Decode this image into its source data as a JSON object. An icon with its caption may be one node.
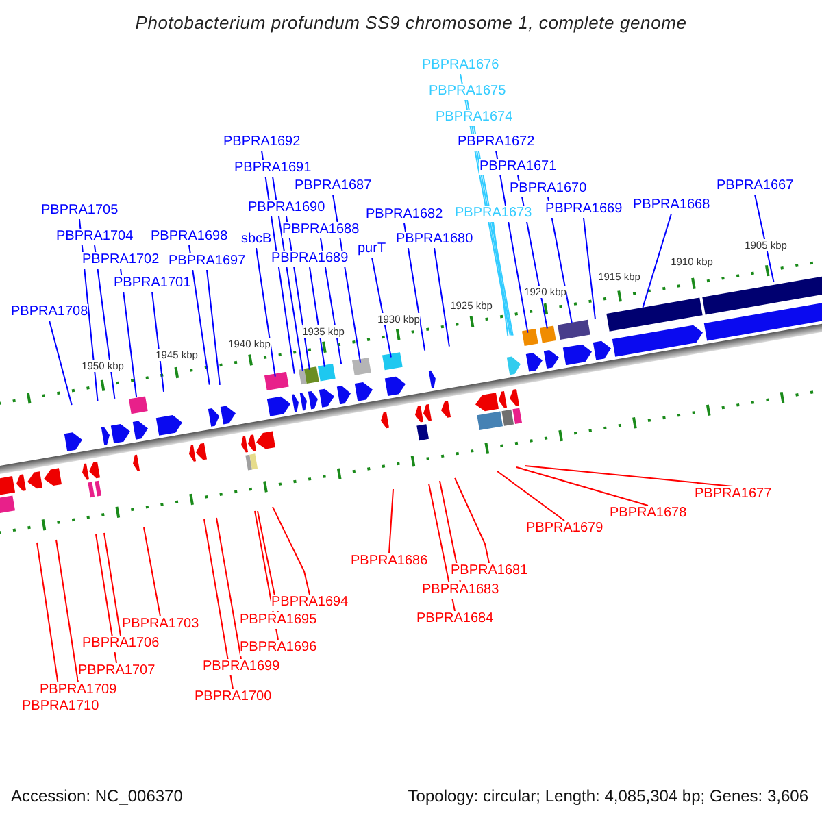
{
  "diagram": {
    "title": "Photobacterium profundum SS9 chromosome 1, complete genome",
    "nodes": [
      {
        "text": [
          "PBPRA1676"
        ]
      },
      {
        "text": [
          "PBPRA1675"
        ]
      },
      {
        "text": [
          "PBPRA1674"
        ]
      },
      {
        "text": [
          "PBPRA1692"
        ]
      },
      {
        "text": [
          "PBPRA1672"
        ]
      },
      {
        "text": [
          "PBPRA1691"
        ]
      },
      {
        "text": [
          "PBPRA1671"
        ]
      },
      {
        "text": [
          "PBPRA1687"
        ]
      },
      {
        "text": [
          "PBPRA1667"
        ]
      },
      {
        "text": [
          "PBPRA1670"
        ]
      },
      {
        "text": [
          "PBPRA1668"
        ]
      },
      {
        "text": [
          "PBPRA1690"
        ]
      },
      {
        "text": [
          "PBPRA1669"
        ]
      },
      {
        "text": [
          "PBPRA1705"
        ]
      },
      {
        "text": [
          "PBPRA1673"
        ]
      },
      {
        "text": [
          "PBPRA1682"
        ]
      },
      {
        "text": [
          "PBPRA1688"
        ]
      },
      {
        "text": [
          "PBPRA1704"
        ]
      },
      {
        "text": [
          "PBPRA1698"
        ]
      },
      {
        "text": [
          "PBPRA1680"
        ]
      },
      {
        "text": [
          "sbcB"
        ]
      },
      {
        "text": [
          "purT"
        ]
      },
      {
        "text": [
          "PBPRA1689"
        ]
      },
      {
        "text": [
          "PBPRA1702"
        ]
      },
      {
        "text": [
          "PBPRA1697"
        ]
      },
      {
        "text": [
          "PBPRA1701"
        ]
      },
      {
        "text": [
          "PBPRA1708"
        ]
      },
      {
        "text": [
          "PBPRA1677"
        ]
      },
      {
        "text": [
          "PBPRA1678"
        ]
      },
      {
        "text": [
          "PBPRA1679"
        ]
      },
      {
        "text": [
          "PBPRA1686"
        ]
      },
      {
        "text": [
          "PBPRA1681"
        ]
      },
      {
        "text": [
          "PBPRA1683"
        ]
      },
      {
        "text": [
          "PBPRA1694"
        ]
      },
      {
        "text": [
          "PBPRA1684"
        ]
      },
      {
        "text": [
          "PBPRA1695"
        ]
      },
      {
        "text": [
          "PBPRA1703"
        ]
      },
      {
        "text": [
          "PBPRA1706"
        ]
      },
      {
        "text": [
          "PBPRA1696"
        ]
      },
      {
        "text": [
          "PBPRA1699"
        ]
      },
      {
        "text": [
          "PBPRA1707"
        ]
      },
      {
        "text": [
          "PBPRA1709"
        ]
      },
      {
        "text": [
          "PBPRA1700"
        ]
      },
      {
        "text": [
          "PBPRA1710"
        ]
      }
    ],
    "edges": [
      {
        "from": 0,
        "to": null,
        "arrow": "none",
        "color": "#33ccff"
      },
      {
        "from": 1,
        "to": null,
        "arrow": "none",
        "color": "#33ccff"
      },
      {
        "from": 2,
        "to": null,
        "arrow": "none",
        "color": "#33ccff"
      },
      {
        "from": 3,
        "to": null,
        "arrow": "none"
      },
      {
        "from": 4,
        "to": null,
        "arrow": "none"
      },
      {
        "from": 5,
        "to": null,
        "arrow": "none"
      },
      {
        "from": 6,
        "to": null,
        "arrow": "none"
      },
      {
        "from": 7,
        "to": null,
        "arrow": "none"
      },
      {
        "from": 8,
        "to": null,
        "arrow": "none"
      },
      {
        "from": 9,
        "to": null,
        "arrow": "none"
      },
      {
        "from": 10,
        "to": null,
        "arrow": "none"
      },
      {
        "from": 11,
        "to": null,
        "arrow": "none"
      },
      {
        "from": 12,
        "to": null,
        "arrow": "none"
      },
      {
        "from": 13,
        "to": null,
        "arrow": "none"
      },
      {
        "from": 14,
        "to": null,
        "arrow": "none",
        "color": "#33ccff"
      },
      {
        "from": 15,
        "to": null,
        "arrow": "none"
      },
      {
        "from": 16,
        "to": null,
        "arrow": "none"
      },
      {
        "from": 17,
        "to": null,
        "arrow": "none"
      },
      {
        "from": 18,
        "to": null,
        "arrow": "none"
      },
      {
        "from": 19,
        "to": null,
        "arrow": "none"
      },
      {
        "from": 20,
        "to": null,
        "arrow": "none"
      },
      {
        "from": 21,
        "to": null,
        "arrow": "none"
      },
      {
        "from": 22,
        "to": null,
        "arrow": "none"
      },
      {
        "from": 23,
        "to": null,
        "arrow": "none"
      },
      {
        "from": 24,
        "to": null,
        "arrow": "none"
      },
      {
        "from": 25,
        "to": null,
        "arrow": "none"
      },
      {
        "from": 26,
        "to": null,
        "arrow": "none"
      },
      {
        "from": 27,
        "to": null,
        "arrow": "none",
        "color": "#ff0000"
      },
      {
        "from": 28,
        "to": null,
        "arrow": "none",
        "color": "#ff0000"
      },
      {
        "from": 29,
        "to": null,
        "arrow": "none",
        "color": "#ff0000"
      },
      {
        "from": 30,
        "to": null,
        "arrow": "none",
        "color": "#ff0000"
      },
      {
        "from": 31,
        "to": null,
        "arrow": "none",
        "color": "#ff0000"
      },
      {
        "from": 32,
        "to": null,
        "arrow": "none",
        "color": "#ff0000"
      },
      {
        "from": 33,
        "to": null,
        "arrow": "none",
        "color": "#ff0000"
      },
      {
        "from": 34,
        "to": null,
        "arrow": "none",
        "color": "#ff0000"
      },
      {
        "from": 35,
        "to": null,
        "arrow": "none",
        "color": "#ff0000"
      },
      {
        "from": 36,
        "to": null,
        "arrow": "none",
        "color": "#ff0000"
      },
      {
        "from": 37,
        "to": null,
        "arrow": "none",
        "color": "#ff0000"
      },
      {
        "from": 38,
        "to": null,
        "arrow": "none",
        "color": "#ff0000"
      },
      {
        "from": 39,
        "to": null,
        "arrow": "none",
        "color": "#ff0000"
      },
      {
        "from": 40,
        "to": null,
        "arrow": "none",
        "color": "#ff0000"
      },
      {
        "from": 41,
        "to": null,
        "arrow": "none",
        "color": "#ff0000"
      },
      {
        "from": 42,
        "to": null,
        "arrow": "none",
        "color": "#ff0000"
      },
      {
        "from": 43,
        "to": null,
        "arrow": "none",
        "color": "#ff0000"
      }
    ],
    "labels": [
      "1950 kbp",
      "1945 kbp",
      "1940 kbp",
      "1935 kbp",
      "1930 kbp",
      "1925 kbp",
      "1920 kbp",
      "1915 kbp",
      "1910 kbp",
      "1905 kbp",
      "Accession: NC_006370",
      "Topology: circular; Length: 4,085,304 bp; Genes: 3,606"
    ]
  }
}
